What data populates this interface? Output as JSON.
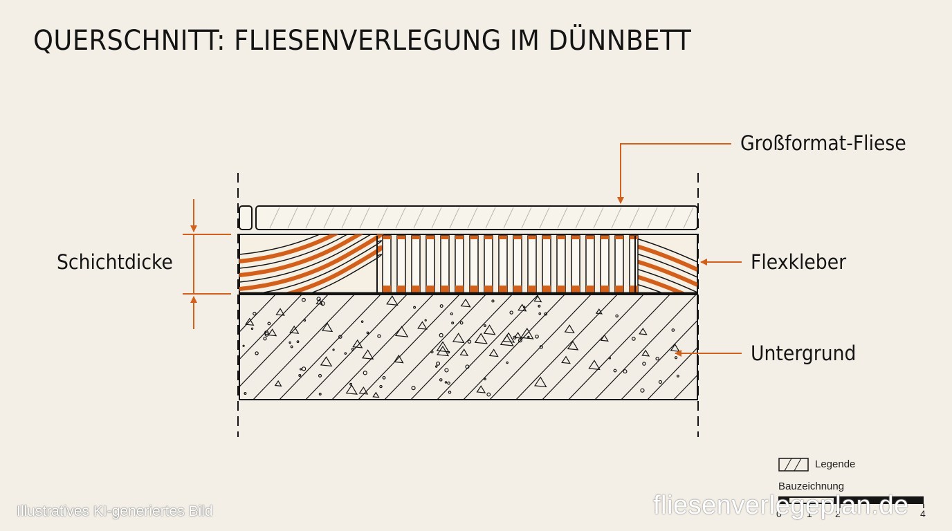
{
  "title": "QUERSCHNITT: FLIESENVERLEGUNG IM DÜNNBETT",
  "labels": {
    "tile": "Großformat-Fliese",
    "adhesive": "Flexkleber",
    "substrate": "Untergrund",
    "thickness": "Schichtdicke"
  },
  "legend": {
    "legend_label": "Legende",
    "drawing_label": "Bauzeichnung",
    "scale_ticks": [
      "0",
      "1",
      "2",
      "4"
    ]
  },
  "disclaimer": "Illustratives KI-generiertes Bild",
  "watermark": "fliesenverlegeplan.de",
  "colors": {
    "accent": "#d2601a",
    "ink": "#141414",
    "background": "#f3efe6"
  }
}
